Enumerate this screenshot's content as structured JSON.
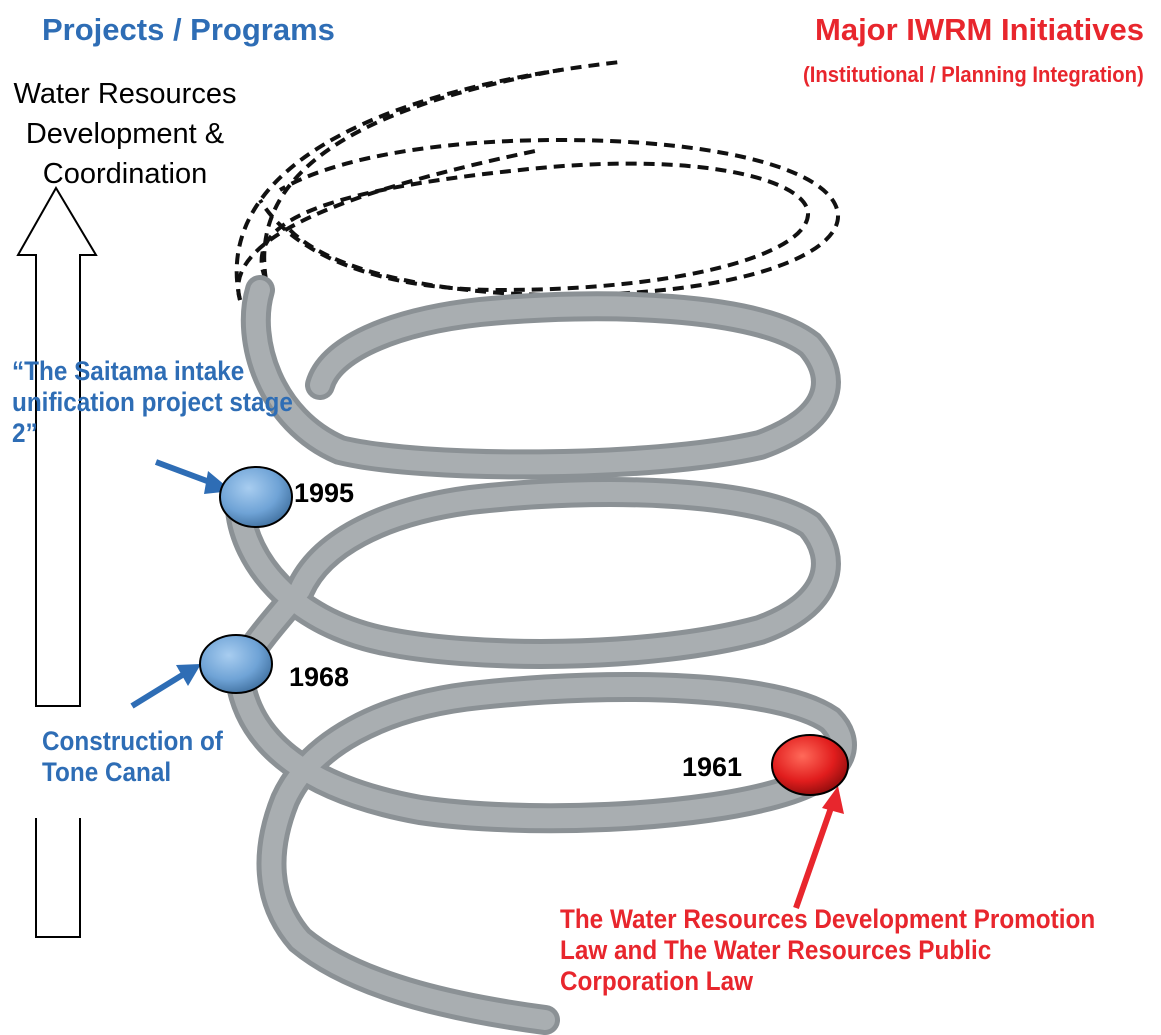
{
  "header": {
    "left_title": "Projects / Programs",
    "right_title": "Major IWRM Initiatives",
    "right_subtitle": "(Institutional / Planning Integration)"
  },
  "axis": {
    "label": "Water Resources Development & Coordination"
  },
  "milestones": [
    {
      "year": "1995",
      "label": "“The Saitama intake unification project stage 2”",
      "side": "projects",
      "color": "#6fa3d6"
    },
    {
      "year": "1968",
      "label": "Construction of Tone Canal",
      "side": "projects",
      "color": "#6fa3d6"
    },
    {
      "year": "1961",
      "label": "The Water Resources Development Promotion Law and The Water Resources Public Corporation Law",
      "side": "iwrm",
      "color": "#e11d1d"
    }
  ],
  "colors": {
    "projects_blue": "#2e6db5",
    "iwrm_red": "#e8262d",
    "spiral_gray": "#9aa0a4"
  }
}
